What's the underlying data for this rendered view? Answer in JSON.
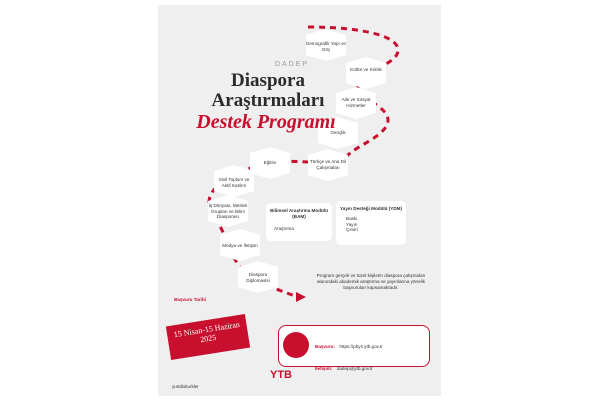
{
  "header": {
    "kicker": "DADEP",
    "title_line1": "Diaspora",
    "title_line2": "Araştırmaları",
    "title_line3": "Destek Programı"
  },
  "steps": [
    "Demografik Yapı ve Göç",
    "Kültür ve Kimlik",
    "Aile ve Sosyal Hizmetler",
    "Gençlik",
    "Türkçe ve Ana Dil Çalışmaları",
    "Eğitim",
    "Sivil Toplum ve Aktif Katılım",
    "İş Dünyası, Meslek Grupları ve Bilim Diasporası",
    "Medya ve İletişim",
    "Diaspora Diplomasisi"
  ],
  "cards": {
    "bam": {
      "title": "Bilimsel Araştırma Modülü (BAM)",
      "item": "Araştırma"
    },
    "ydm": {
      "title": "Yayın Desteği Modülü (YDM)",
      "items": [
        "Baskı",
        "Yayın",
        "Çeviri"
      ]
    }
  },
  "description": "Program gerçek ve tüzel kişilerin diaspora çalışmaları alanındaki akademik araştırma ve yayınlarına yönelik başvuruları kapsamaktadır.",
  "application": {
    "label": "Başvuru Tarihi",
    "dates": "15 Nisan-15 Haziran",
    "year": "2025"
  },
  "contact": {
    "apply_label": "Başvuru:",
    "apply_url": "https://pbys.ytb.gov.tr",
    "contact_label": "İletişim:",
    "contact_email": "dadep@ytb.gov.tr"
  },
  "footer": {
    "logo_text": "YTB",
    "social_handle": "yurtdisiturkler"
  }
}
